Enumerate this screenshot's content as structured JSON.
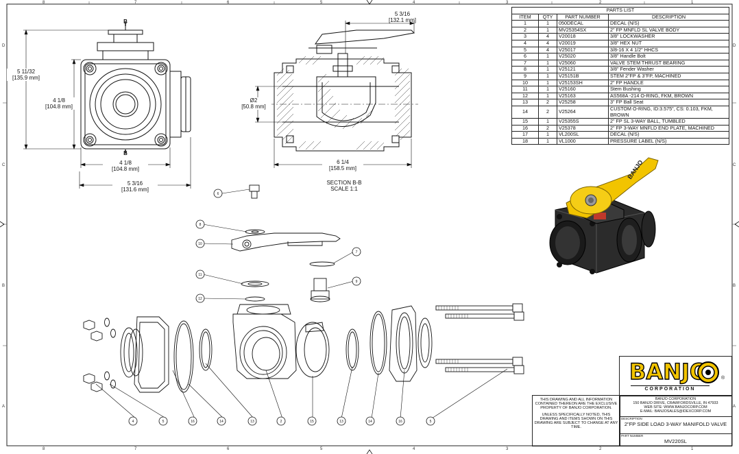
{
  "zones": {
    "top": [
      "8",
      "7",
      "6",
      "5",
      "4",
      "3",
      "2",
      "1"
    ],
    "bottom": [
      "8",
      "7",
      "6",
      "5",
      "4",
      "3",
      "2",
      "1"
    ],
    "left": [
      "D",
      "C",
      "B",
      "A"
    ],
    "right": [
      "D",
      "C",
      "B",
      "A"
    ]
  },
  "front_view": {
    "label_top": "B",
    "label_bottom": "B",
    "dim_height": [
      "5 11/32",
      "[135.9 mm]"
    ],
    "dim_inner_height": [
      "4 1/8",
      "[104.8 mm]"
    ],
    "dim_inner_width": [
      "4 1/8",
      "[104.8 mm]"
    ],
    "dim_overall_width": [
      "5 3/16",
      "[131.6 mm]"
    ]
  },
  "section_view": {
    "dim_handle": [
      "5 3/16",
      "[132.1 mm]"
    ],
    "dim_bore": [
      "Ø2",
      "[50.8 mm]"
    ],
    "dim_length": [
      "6 1/4",
      "[158.5 mm]"
    ],
    "title": "SECTION B-B",
    "scale": "SCALE 1:1"
  },
  "balloons": {
    "exploded_top": [
      "6",
      "8",
      "10",
      "7",
      "9",
      "11",
      "12"
    ],
    "bottom_row": [
      "4",
      "5",
      "16",
      "14",
      "13",
      "2",
      "15",
      "13",
      "14",
      "16",
      "5"
    ]
  },
  "parts_list": {
    "title": "PARTS LIST",
    "headers": [
      "ITEM",
      "QTY",
      "PART NUMBER",
      "DESCRIPTION"
    ],
    "rows": [
      [
        "1",
        "1",
        "050DECAL",
        "DECAL (N/S)"
      ],
      [
        "2",
        "1",
        "MV25354SX",
        "2\" FP MNFLD SL VALVE BODY"
      ],
      [
        "3",
        "4",
        "V20018",
        "3/8\" LOCKWASHER"
      ],
      [
        "4",
        "4",
        "V20019",
        "3/8\" HEX NUT"
      ],
      [
        "5",
        "4",
        "V25017",
        "3/8-16 X 4 1/2\" HHCS"
      ],
      [
        "6",
        "1",
        "V25020",
        "3/8\" Handle Bolt"
      ],
      [
        "7",
        "1",
        "V25060",
        "VALVE STEM THRUST BEARING"
      ],
      [
        "8",
        "1",
        "V25121",
        "3/8\" Fender Washer"
      ],
      [
        "9",
        "1",
        "V25151B",
        "STEM 2\"FP & 3\"FP, MACHINED"
      ],
      [
        "10",
        "1",
        "V25153SH",
        "2\" FP HANDLE"
      ],
      [
        "11",
        "1",
        "V25160",
        "Stem Bushing"
      ],
      [
        "12",
        "1",
        "V25163",
        "AS568A -214 O-RING, FKM, BROWN"
      ],
      [
        "13",
        "2",
        "V25258",
        "3\" FP Ball Seat"
      ],
      [
        "14",
        "2",
        "V25264",
        "CUSTOM O-RING, ID:3.575\", CS: 0.103, FKM, BROWN"
      ],
      [
        "15",
        "1",
        "V25355S",
        "2\" FP SL 3-WAY BALL, TUMBLED"
      ],
      [
        "16",
        "2",
        "V25378",
        "2\" FP 3-WAY MNFLD END PLATE, MACHINED"
      ],
      [
        "17",
        "1",
        "VL200SL",
        "DECAL (N/S)"
      ],
      [
        "18",
        "1",
        "VL1000",
        "PRESSURE LABEL (N/S)"
      ]
    ]
  },
  "handle_decal": "BANJO",
  "logo": {
    "word": "BANJO",
    "sub": "CORPORATION",
    "reg": "®"
  },
  "title_block": {
    "notice1": "THIS DRAWING AND ALL INFORMATION CONTAINED THEREON ARE THE EXCLUSIVE PROPERTY OF BANJO CORPORATION.",
    "notice2": "UNLESS SPECIFICALLY NOTED, THIS DRAWING AND ITEMS SHOWN ON THIS DRAWING ARE SUBJECT TO CHANGE AT ANY TIME.",
    "company": "BANJO CORPORATION",
    "address": "150 BANJO DRIVE, CRAWFORDSVILLE, IN 47933",
    "website": "WEB SITE: WWW.BANJOCORP.COM",
    "email": "E-MAIL: BANJOSALES@IDEXCORP.COM",
    "description_label": "DESCRIPTION",
    "description": "2\"FP SIDE LOAD 3-WAY MANIFOLD VALVE",
    "part_number_label": "PART NUMBER",
    "part_number": "MV220SL"
  }
}
